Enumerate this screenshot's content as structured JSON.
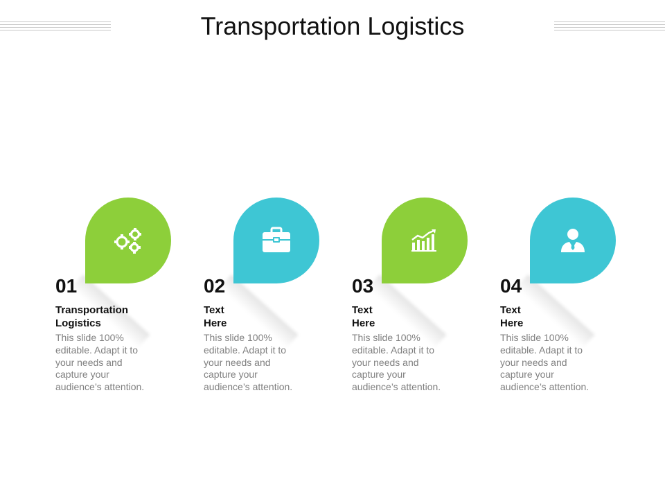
{
  "title": "Transportation Logistics",
  "colors": {
    "green": "#8DCF3A",
    "teal": "#3EC6D4"
  },
  "steps": [
    {
      "number": "01",
      "heading_line1": "Transportation",
      "heading_line2": "Logistics",
      "desc": [
        "This slide 100%",
        "editable. Adapt it to",
        "your needs and",
        "capture your",
        "audience’s attention."
      ],
      "icon": "gears-icon",
      "color": "#8DCF3A"
    },
    {
      "number": "02",
      "heading_line1": "Text",
      "heading_line2": "Here",
      "desc": [
        "This slide 100%",
        "editable. Adapt it to",
        "your needs and",
        "capture your",
        "audience’s attention."
      ],
      "icon": "briefcase-icon",
      "color": "#3EC6D4"
    },
    {
      "number": "03",
      "heading_line1": "Text",
      "heading_line2": "Here",
      "desc": [
        "This slide 100%",
        "editable. Adapt it to",
        "your needs and",
        "capture your",
        "audience’s attention."
      ],
      "icon": "growth-chart-icon",
      "color": "#8DCF3A"
    },
    {
      "number": "04",
      "heading_line1": "Text",
      "heading_line2": "Here",
      "desc": [
        "This slide 100%",
        "editable. Adapt it to",
        "your needs and",
        "capture your",
        "audience’s attention."
      ],
      "icon": "user-icon",
      "color": "#3EC6D4"
    }
  ]
}
